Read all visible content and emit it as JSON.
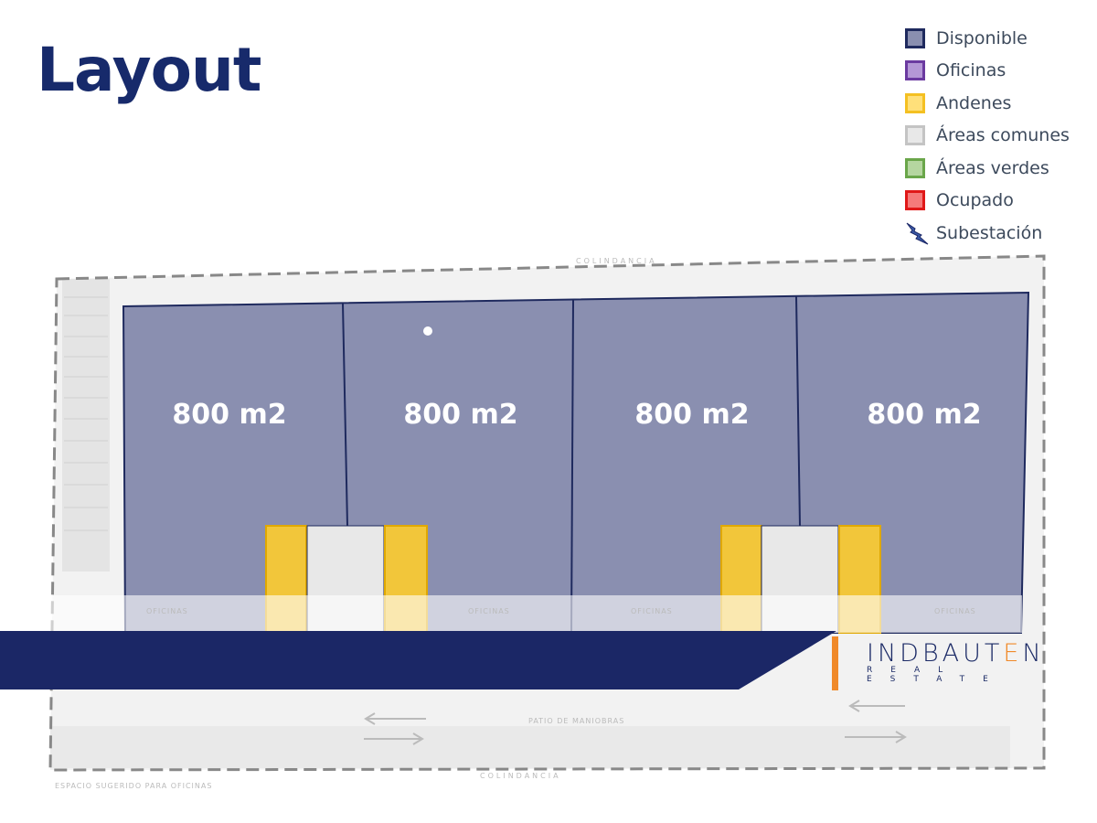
{
  "title": "Layout",
  "legend": [
    {
      "label": "Disponible",
      "fill": "#8a8fb0",
      "border": "#1f2a5e"
    },
    {
      "label": "Oficinas",
      "fill": "#b497d6",
      "border": "#6b3aa0"
    },
    {
      "label": "Andenes",
      "fill": "#ffe07a",
      "border": "#f4c022"
    },
    {
      "label": "Áreas comunes",
      "fill": "#e8e8e8",
      "border": "#c4c4c4"
    },
    {
      "label": "Áreas verdes",
      "fill": "#b5d6a0",
      "border": "#6aa64a"
    },
    {
      "label": "Ocupado",
      "fill": "#f57a7a",
      "border": "#e01818"
    },
    {
      "label": "Subestación",
      "icon": "lightning-bolt-icon"
    }
  ],
  "units": [
    {
      "area": "800 m2",
      "status": "Disponible"
    },
    {
      "area": "800 m2",
      "status": "Disponible"
    },
    {
      "area": "800 m2",
      "status": "Disponible"
    },
    {
      "area": "800 m2",
      "status": "Disponible"
    }
  ],
  "plan_labels": {
    "boundary_top": "COLINDANCIA",
    "boundary_bottom": "COLINDANCIA",
    "offices": "OFICINAS",
    "yard": "PATIO DE MANIOBRAS",
    "suggested": "ESPACIO SUGERIDO PARA OFICINAS"
  },
  "brand": {
    "name_a": "INDBAUT",
    "name_b": "E",
    "name_c": "N",
    "tagline": "REAL ESTATE",
    "navy": "#1b2766",
    "orange": "#f08a2a"
  }
}
